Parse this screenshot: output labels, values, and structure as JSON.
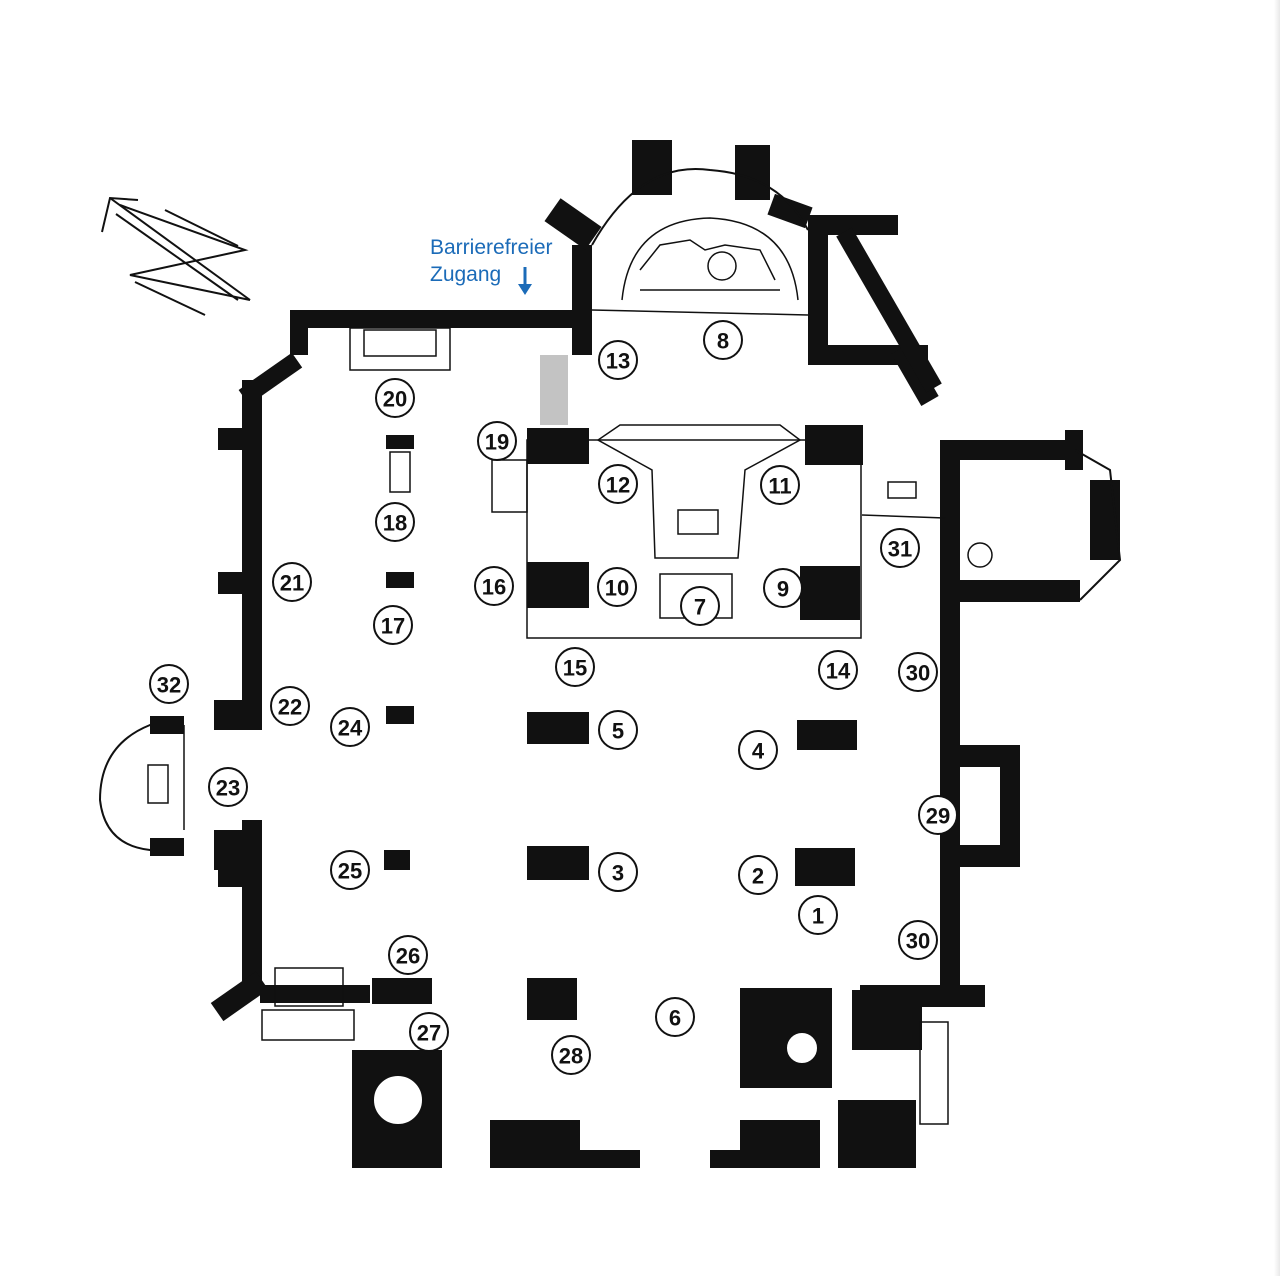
{
  "access": {
    "line1": "Barrierefreier",
    "line2": "Zugang",
    "color": "#1b6bb8"
  },
  "icons": {
    "north_arrow": "north-arrow-icon",
    "access_arrow": "arrow-down-icon"
  },
  "markers": [
    "1",
    "2",
    "3",
    "4",
    "5",
    "6",
    "7",
    "8",
    "9",
    "10",
    "11",
    "12",
    "13",
    "14",
    "15",
    "16",
    "17",
    "18",
    "19",
    "20",
    "21",
    "22",
    "23",
    "24",
    "25",
    "26",
    "27",
    "28",
    "29",
    "30",
    "30",
    "31",
    "32"
  ]
}
